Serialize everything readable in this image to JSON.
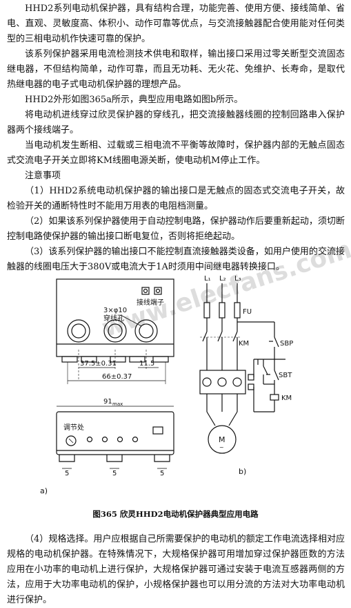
{
  "paragraphs": {
    "p1": "HHD2系列电动机保护器，具有结构合理，功能完善、使用方便、接线简单、省电、直观、灵敏度高、体积小、动作可靠等优点，与交流接触器配合使用能对任何类型的三相电动机作快速可靠的保护。",
    "p2": "该系列保护器采用电流检测技术供电和取样，输出接口采用过零关断型交流固态继电器，不但结构简单，动作可靠，而且无功耗、无火花、免维护、长寿命，是取代热继电器的电子式电动机保护器的理想产品。",
    "p3": "HHD2外形如图365a所示，典型应用电路如图b所示。",
    "p4": "将电动机进线穿过欣灵保护器的穿线孔，把交流接触器线圈的控制回路串入保护器两个接线端子。",
    "p5": "当电动机发生断相、过载或三相电流不平衡等故障时，保护器内部的无触点固态式交流电子开关立即将KM线圈电源关断，使电动机M停止工作。",
    "notes_heading": "注意事项",
    "n1": "（1）HHD2系统电动机保护器的输出接口是无触点的固态式交流电子开关，故检验开关的通断特性时不能用万用表的电阻档测量。",
    "n2": "（2）如果该系列保护器使用于自动控制电路，保护器动作后要重新起动，须切断控制电路使保护器的输出接口断电复位，否则将拒绝起动。",
    "n3": "（3）该系列保护器的输出接口不能控制直流接触器类设备，如用户使用的交流接触器的线圈电压大于380V或电流大于1A时须用中间继电器转换接口。",
    "n4": "（4）规格选择。用户应根据自己所需要保护的电动机的额定工作电流选择相对应规格的电动机保护器。在特殊情况下，大规格保护器可用增加穿过保护器匝数的方法应用在小功率的电动机上进行保护，大规格保护器可通过安装于电流互感器两侧的方法，应用于大功率电动机的保护，小规格保护器也可以用分流的方法对大功率电动机进行保护。"
  },
  "figure": {
    "terminal_label": "接线端子",
    "hole_label_1": "3×φ10",
    "hole_label_2": "穿线孔",
    "dim_37": "37.5±0.31",
    "dim_11": "11.5",
    "dim_66": "66±0.37",
    "dim_91": "91",
    "dim_91_sub": "max",
    "adjust_label": "调节处",
    "dim_5_left": "5",
    "dim_5_mid": "5",
    "dim_5_right": "5",
    "label_a": "a)",
    "label_b": "b)",
    "L1": "L₁",
    "L2": "L₂",
    "L3": "L₃",
    "FU": "FU",
    "KM_contact": "KM",
    "SBP": "SBP",
    "SBT": "SBT",
    "KM_coil": "KM",
    "motor": "M",
    "caption": "图365  欣灵HHD2电动机保护器典型应用电路"
  },
  "watermark": "www.elecfans.com"
}
